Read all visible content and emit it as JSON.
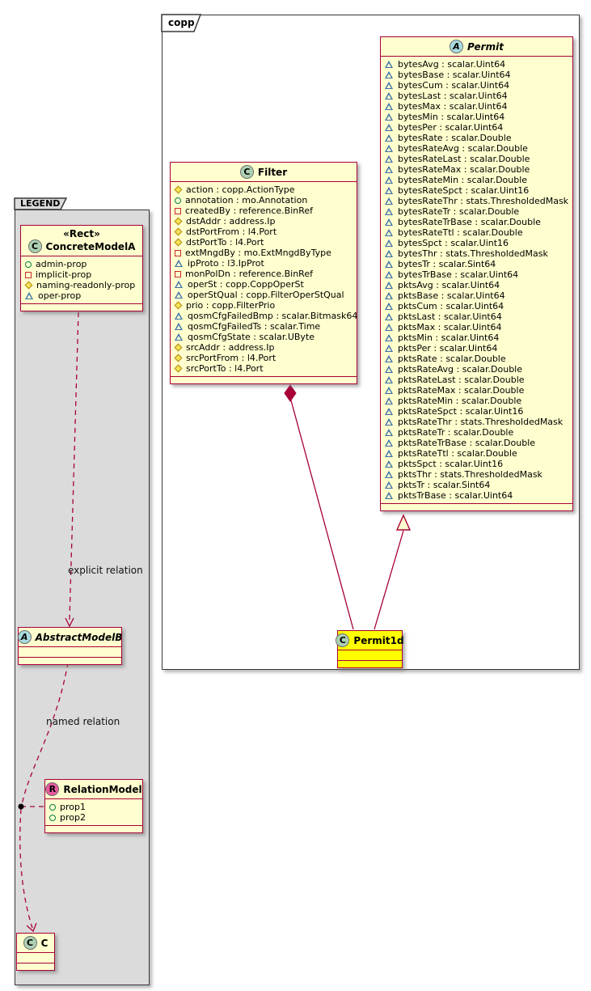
{
  "diagram": {
    "packages": {
      "copp": {
        "label": "copp"
      },
      "legend": {
        "label": "LEGEND"
      }
    },
    "relations": {
      "explicit_label": "explicit relation",
      "named_label": "named relation"
    },
    "colors": {
      "relation_line": "#A80036",
      "class_background": "#FEFECE",
      "highlight_background": "#FFFF00",
      "legend_background": "#DBDBDB",
      "badge_class": "#ADD1B2",
      "badge_abstract": "#A9DCDF",
      "badge_relation": "#E95B9F"
    },
    "classes": {
      "permit": {
        "badge": "A",
        "name": "Permit",
        "attrs": [
          {
            "icon": "triangle",
            "text": "bytesAvg : scalar.Uint64"
          },
          {
            "icon": "triangle",
            "text": "bytesBase : scalar.Uint64"
          },
          {
            "icon": "triangle",
            "text": "bytesCum : scalar.Uint64"
          },
          {
            "icon": "triangle",
            "text": "bytesLast : scalar.Uint64"
          },
          {
            "icon": "triangle",
            "text": "bytesMax : scalar.Uint64"
          },
          {
            "icon": "triangle",
            "text": "bytesMin : scalar.Uint64"
          },
          {
            "icon": "triangle",
            "text": "bytesPer : scalar.Uint64"
          },
          {
            "icon": "triangle",
            "text": "bytesRate : scalar.Double"
          },
          {
            "icon": "triangle",
            "text": "bytesRateAvg : scalar.Double"
          },
          {
            "icon": "triangle",
            "text": "bytesRateLast : scalar.Double"
          },
          {
            "icon": "triangle",
            "text": "bytesRateMax : scalar.Double"
          },
          {
            "icon": "triangle",
            "text": "bytesRateMin : scalar.Double"
          },
          {
            "icon": "triangle",
            "text": "bytesRateSpct : scalar.Uint16"
          },
          {
            "icon": "triangle",
            "text": "bytesRateThr : stats.ThresholdedMask"
          },
          {
            "icon": "triangle",
            "text": "bytesRateTr : scalar.Double"
          },
          {
            "icon": "triangle",
            "text": "bytesRateTrBase : scalar.Double"
          },
          {
            "icon": "triangle",
            "text": "bytesRateTtl : scalar.Double"
          },
          {
            "icon": "triangle",
            "text": "bytesSpct : scalar.Uint16"
          },
          {
            "icon": "triangle",
            "text": "bytesThr : stats.ThresholdedMask"
          },
          {
            "icon": "triangle",
            "text": "bytesTr : scalar.Sint64"
          },
          {
            "icon": "triangle",
            "text": "bytesTrBase : scalar.Uint64"
          },
          {
            "icon": "triangle",
            "text": "pktsAvg : scalar.Uint64"
          },
          {
            "icon": "triangle",
            "text": "pktsBase : scalar.Uint64"
          },
          {
            "icon": "triangle",
            "text": "pktsCum : scalar.Uint64"
          },
          {
            "icon": "triangle",
            "text": "pktsLast : scalar.Uint64"
          },
          {
            "icon": "triangle",
            "text": "pktsMax : scalar.Uint64"
          },
          {
            "icon": "triangle",
            "text": "pktsMin : scalar.Uint64"
          },
          {
            "icon": "triangle",
            "text": "pktsPer : scalar.Uint64"
          },
          {
            "icon": "triangle",
            "text": "pktsRate : scalar.Double"
          },
          {
            "icon": "triangle",
            "text": "pktsRateAvg : scalar.Double"
          },
          {
            "icon": "triangle",
            "text": "pktsRateLast : scalar.Double"
          },
          {
            "icon": "triangle",
            "text": "pktsRateMax : scalar.Double"
          },
          {
            "icon": "triangle",
            "text": "pktsRateMin : scalar.Double"
          },
          {
            "icon": "triangle",
            "text": "pktsRateSpct : scalar.Uint16"
          },
          {
            "icon": "triangle",
            "text": "pktsRateThr : stats.ThresholdedMask"
          },
          {
            "icon": "triangle",
            "text": "pktsRateTr : scalar.Double"
          },
          {
            "icon": "triangle",
            "text": "pktsRateTrBase : scalar.Double"
          },
          {
            "icon": "triangle",
            "text": "pktsRateTtl : scalar.Double"
          },
          {
            "icon": "triangle",
            "text": "pktsSpct : scalar.Uint16"
          },
          {
            "icon": "triangle",
            "text": "pktsThr : stats.ThresholdedMask"
          },
          {
            "icon": "triangle",
            "text": "pktsTr : scalar.Sint64"
          },
          {
            "icon": "triangle",
            "text": "pktsTrBase : scalar.Uint64"
          }
        ]
      },
      "filter": {
        "badge": "C",
        "name": "Filter",
        "attrs": [
          {
            "icon": "diamond",
            "text": "action : copp.ActionType"
          },
          {
            "icon": "circle",
            "text": "annotation : mo.Annotation"
          },
          {
            "icon": "square",
            "text": "createdBy : reference.BinRef"
          },
          {
            "icon": "diamond",
            "text": "dstAddr : address.Ip"
          },
          {
            "icon": "diamond",
            "text": "dstPortFrom : l4.Port"
          },
          {
            "icon": "diamond",
            "text": "dstPortTo : l4.Port"
          },
          {
            "icon": "square",
            "text": "extMngdBy : mo.ExtMngdByType"
          },
          {
            "icon": "triangle",
            "text": "ipProto : l3.IpProt"
          },
          {
            "icon": "square",
            "text": "monPolDn : reference.BinRef"
          },
          {
            "icon": "triangle",
            "text": "operSt : copp.CoppOperSt"
          },
          {
            "icon": "triangle",
            "text": "operStQual : copp.FilterOperStQual"
          },
          {
            "icon": "diamond",
            "text": "prio : copp.FilterPrio"
          },
          {
            "icon": "triangle",
            "text": "qosmCfgFailedBmp : scalar.Bitmask64"
          },
          {
            "icon": "triangle",
            "text": "qosmCfgFailedTs : scalar.Time"
          },
          {
            "icon": "triangle",
            "text": "qosmCfgState : scalar.UByte"
          },
          {
            "icon": "diamond",
            "text": "srcAddr : address.Ip"
          },
          {
            "icon": "diamond",
            "text": "srcPortFrom : l4.Port"
          },
          {
            "icon": "diamond",
            "text": "srcPortTo : l4.Port"
          }
        ]
      },
      "permit1d": {
        "badge": "C",
        "name": "Permit1d",
        "attrs": []
      },
      "concrete_model_a": {
        "badge": "C",
        "stereotype": "«Rect»",
        "name": "ConcreteModelA",
        "attrs": [
          {
            "icon": "circle",
            "text": "admin-prop"
          },
          {
            "icon": "square",
            "text": "implicit-prop"
          },
          {
            "icon": "diamond",
            "text": "naming-readonly-prop"
          },
          {
            "icon": "triangle",
            "text": "oper-prop"
          }
        ]
      },
      "abstract_model_b": {
        "badge": "A",
        "name": "AbstractModelB",
        "attrs": []
      },
      "relation_model": {
        "badge": "R",
        "name": "RelationModel",
        "attrs": [
          {
            "icon": "circle",
            "text": "prop1"
          },
          {
            "icon": "circle",
            "text": "prop2"
          }
        ]
      },
      "c": {
        "badge": "C",
        "name": "C",
        "attrs": []
      }
    }
  }
}
